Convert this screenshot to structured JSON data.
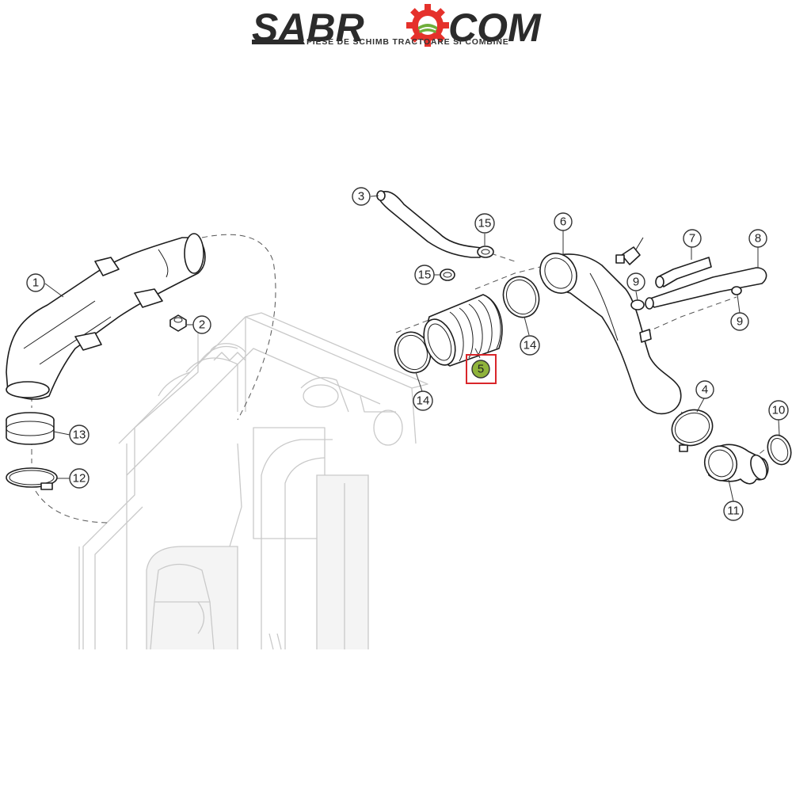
{
  "brand": {
    "name_left": "SABR",
    "name_right": "COM",
    "tagline": "PIESE DE SCHIMB TRACTOARE SI COMBINE",
    "logo_color": "#2b2b2b",
    "gear_color": "#e5312b",
    "field_color": "#6fae3a"
  },
  "diagram": {
    "highlight_color": "#8fb33a",
    "highlight_box_color": "#d9262a",
    "callouts": [
      {
        "id": "c1",
        "label": "1"
      },
      {
        "id": "c2",
        "label": "2"
      },
      {
        "id": "c3",
        "label": "3"
      },
      {
        "id": "c4",
        "label": "4"
      },
      {
        "id": "c5",
        "label": "5",
        "highlight": true
      },
      {
        "id": "c6",
        "label": "6"
      },
      {
        "id": "c7",
        "label": "7"
      },
      {
        "id": "c8",
        "label": "8"
      },
      {
        "id": "c9a",
        "label": "9"
      },
      {
        "id": "c9b",
        "label": "9"
      },
      {
        "id": "c10",
        "label": "10"
      },
      {
        "id": "c11",
        "label": "11"
      },
      {
        "id": "c12",
        "label": "12"
      },
      {
        "id": "c13",
        "label": "13"
      },
      {
        "id": "c14a",
        "label": "14"
      },
      {
        "id": "c14b",
        "label": "14"
      },
      {
        "id": "c15a",
        "label": "15"
      },
      {
        "id": "c15b",
        "label": "15"
      }
    ]
  }
}
